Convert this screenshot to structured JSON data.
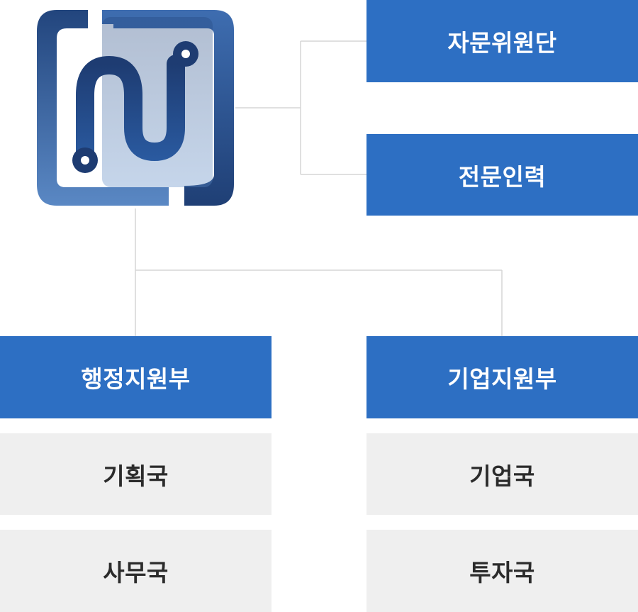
{
  "org": {
    "logo_icon": "organization-logo-icon",
    "advisory": "자문위원단",
    "experts": "전문인력",
    "admin_dept": {
      "label": "행정지원부",
      "children": [
        "기획국",
        "사무국"
      ]
    },
    "biz_dept": {
      "label": "기업지원부",
      "children": [
        "기업국",
        "투자국"
      ]
    }
  },
  "colors": {
    "primary": "#2d6fc3",
    "sub_box": "#efefef",
    "sub_text": "#2b2b2b",
    "connector": "#d6d6d6",
    "logo_dark": "#1f3f75",
    "logo_light": "#5a88c4"
  }
}
